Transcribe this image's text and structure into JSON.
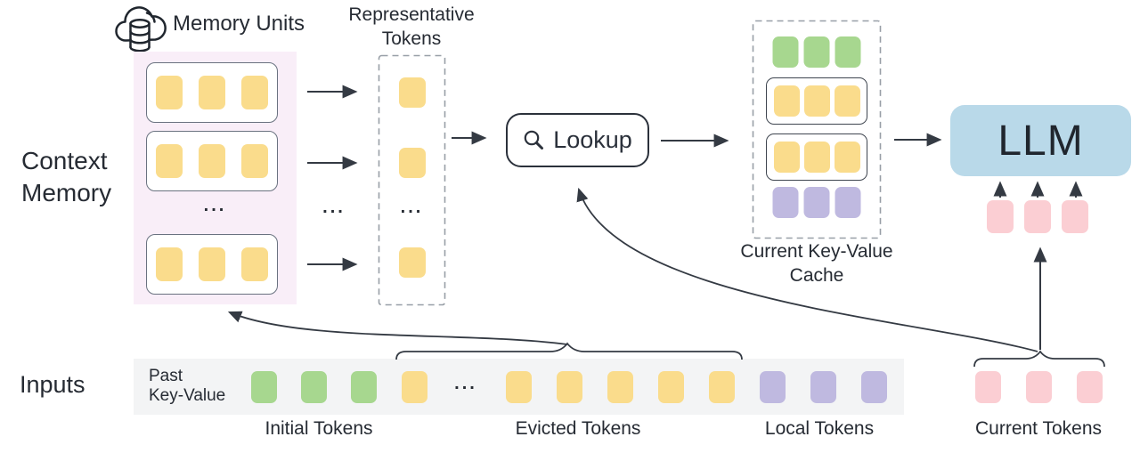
{
  "context_memory": {
    "label_line1": "Context",
    "label_line2": "Memory",
    "memory_units_label": "Memory Units",
    "unit_count": 3,
    "unit_token_count": 3,
    "ellipsis": "..."
  },
  "column_ellipsis": "...",
  "representative": {
    "label_line1": "Representative",
    "label_line2": "Tokens",
    "token_count": 3,
    "ellipsis": "..."
  },
  "lookup": {
    "label": "Lookup"
  },
  "cache": {
    "label_line1": "Current Key-Value",
    "label_line2": "Cache",
    "row_token_count": 3
  },
  "llm": {
    "label": "LLM",
    "input_token_count": 3
  },
  "inputs": {
    "label": "Inputs",
    "past_kv_line1": "Past",
    "past_kv_line2": "Key-Value",
    "ellipsis": "...",
    "initial_count": 3,
    "evicted_tail_count": 5,
    "local_count": 3,
    "current_count": 3,
    "groups": {
      "initial_label": "Initial Tokens",
      "evicted_label": "Evicted Tokens",
      "local_label": "Local Tokens",
      "current_label": "Current Tokens"
    }
  },
  "colors": {
    "yellow_token": "#FADC8C",
    "green_token": "#A7D78F",
    "purple_token": "#BFB9E0",
    "pink_token": "#FBCED3",
    "llm_blue": "#B9D9E9",
    "memory_bg": "#F9EEF8",
    "inputs_bar_bg": "#F3F4F5",
    "line": "#343A43"
  }
}
